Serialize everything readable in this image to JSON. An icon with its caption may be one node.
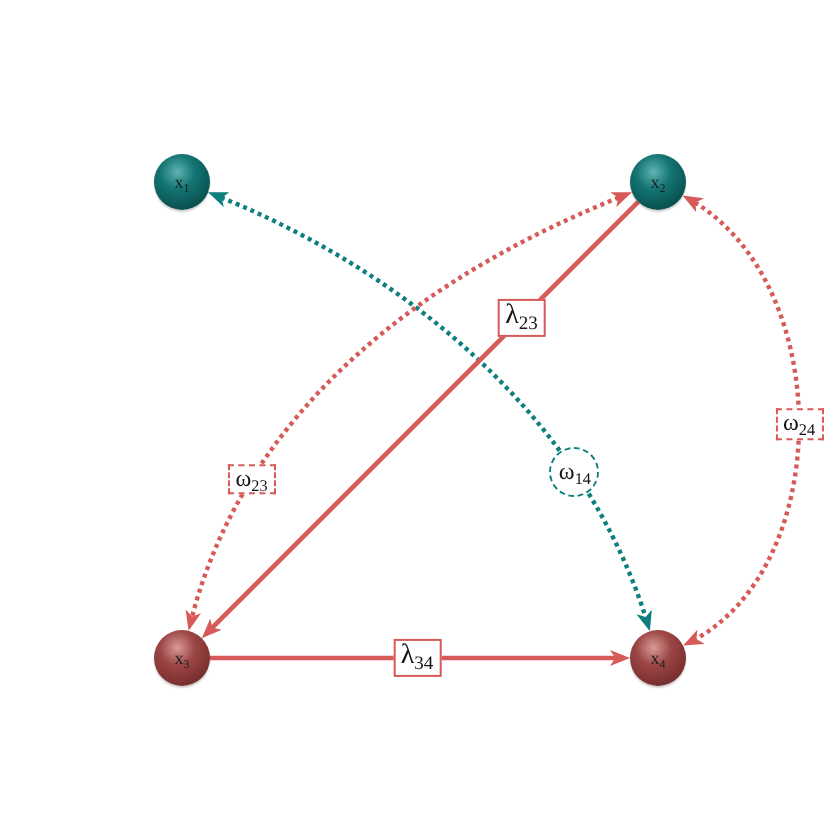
{
  "diagram": {
    "nodes": [
      {
        "text": [
          "x$_{1}$"
        ]
      },
      {
        "text": [
          "x$_{2}$"
        ]
      },
      {
        "text": [
          "x$_{3}$"
        ]
      },
      {
        "text": [
          "x$_{4}$"
        ]
      }
    ],
    "edges": [
      {
        "from": 0,
        "to": 3,
        "arrow": "both",
        "label": "ω$_{14}$",
        "style": "dashed",
        "color": "#0e7f7e"
      },
      {
        "from": 1,
        "to": 2,
        "arrow": "to",
        "label": "λ$_{23}$"
      },
      {
        "from": 1,
        "to": 2,
        "arrow": "both",
        "label": "ω$_{23}$",
        "style": "dashed"
      },
      {
        "from": 1,
        "to": 3,
        "arrow": "both",
        "label": "ω$_{24}$",
        "style": "dashed"
      },
      {
        "from": 2,
        "to": 3,
        "arrow": "to",
        "label": "λ$_{34}$"
      }
    ]
  }
}
